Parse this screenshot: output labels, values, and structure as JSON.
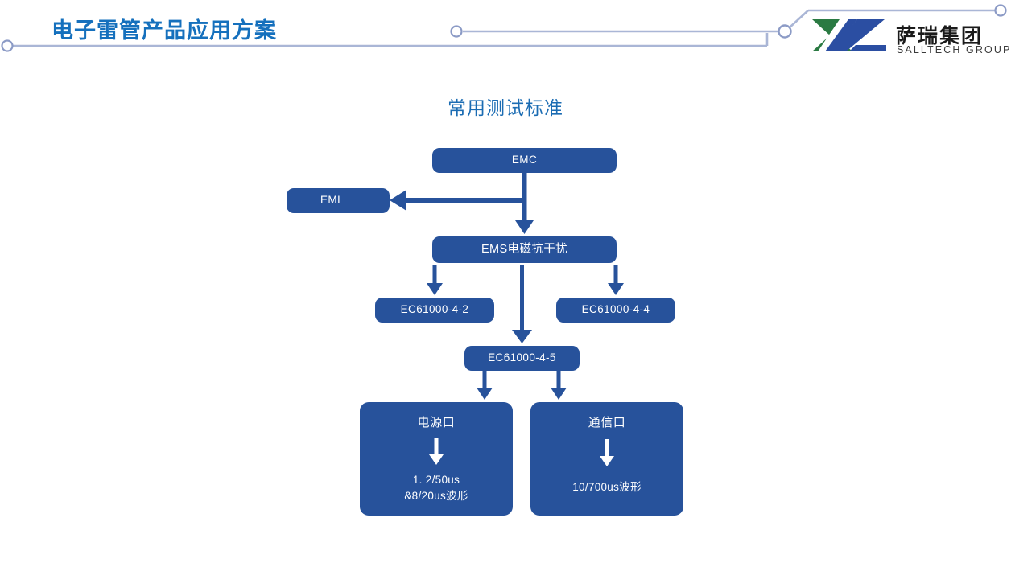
{
  "header": {
    "title": "电子雷管产品应用方案",
    "title_color": "#1570bd",
    "deco_line_color": "#aab6d6",
    "logo": {
      "name_cn": "萨瑞集团",
      "name_en": "SALLTECH GROUP",
      "mark_green": "#2a7a42",
      "mark_blue": "#2b4ea2"
    }
  },
  "content": {
    "title": "常用测试标准",
    "title_color": "#1b6cb3",
    "node_fill": "#27529b",
    "node_text": "#ffffff"
  },
  "chart_data": {
    "type": "diagram",
    "title": "常用测试标准",
    "nodes": [
      {
        "id": "emc",
        "label": "EMC"
      },
      {
        "id": "emi",
        "label": "EMI"
      },
      {
        "id": "ems",
        "label": "EMS电磁抗干扰"
      },
      {
        "id": "iec442",
        "label": "EC61000-4-2"
      },
      {
        "id": "iec444",
        "label": "EC61000-4-4"
      },
      {
        "id": "iec445",
        "label": "EC61000-4-5"
      },
      {
        "id": "power",
        "label": "电源口",
        "detail_line1": "1. 2/50us",
        "detail_line2": "&8/20us波形"
      },
      {
        "id": "comm",
        "label": "通信口",
        "detail_line1": "10/700us波形",
        "detail_line2": ""
      }
    ],
    "edges": [
      {
        "from": "emc",
        "to": "emi",
        "direction": "left"
      },
      {
        "from": "emc",
        "to": "ems",
        "direction": "down"
      },
      {
        "from": "ems",
        "to": "iec442",
        "direction": "down"
      },
      {
        "from": "ems",
        "to": "iec444",
        "direction": "down"
      },
      {
        "from": "ems",
        "to": "iec445",
        "direction": "down"
      },
      {
        "from": "iec445",
        "to": "power",
        "direction": "down"
      },
      {
        "from": "iec445",
        "to": "comm",
        "direction": "down"
      }
    ]
  },
  "nodes": {
    "emc": "EMC",
    "emi": "EMI",
    "ems": "EMS电磁抗干扰",
    "iec442": "EC61000-4-2",
    "iec444": "EC61000-4-4",
    "iec445": "EC61000-4-5",
    "power_head": "电源口",
    "power_line1": "1. 2/50us",
    "power_line2": "&8/20us波形",
    "comm_head": "通信口",
    "comm_line1": "10/700us波形"
  }
}
